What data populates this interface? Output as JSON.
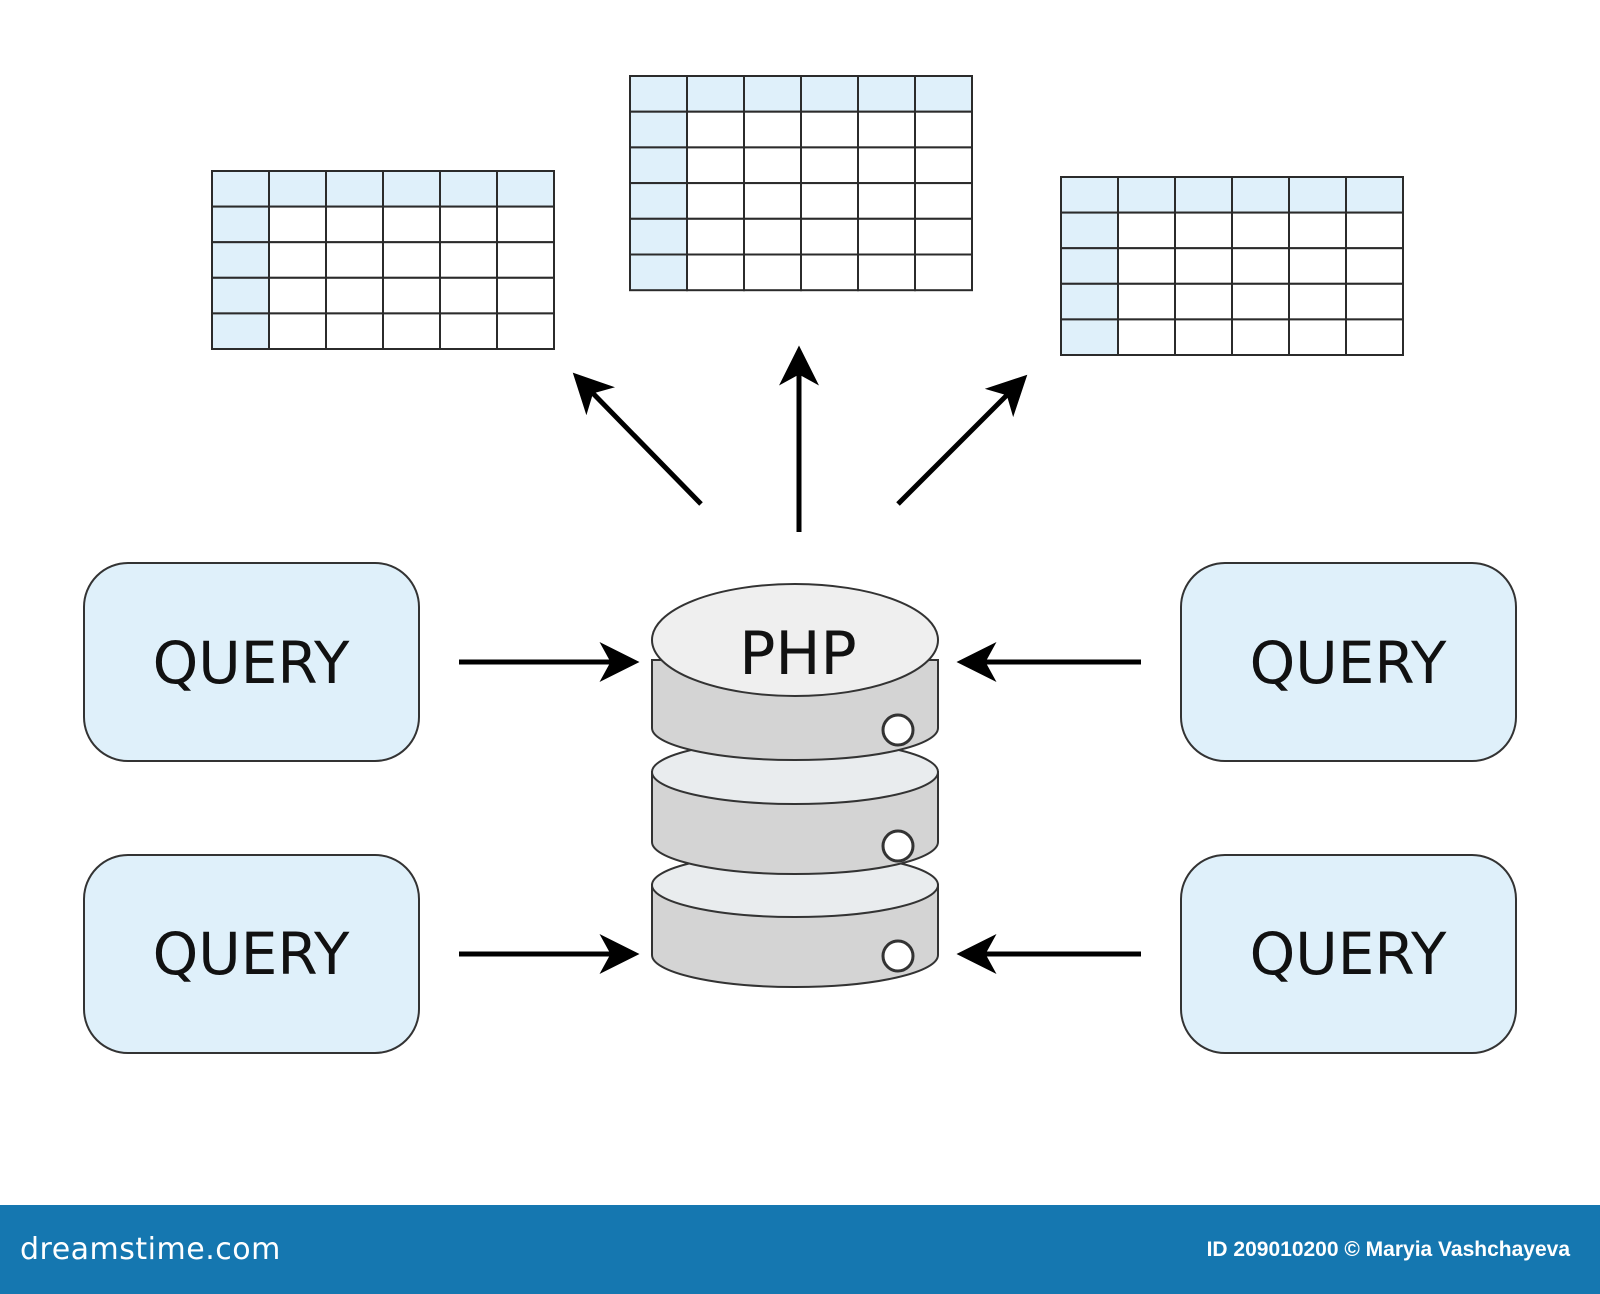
{
  "diagram": {
    "center_label": "PHP",
    "query_boxes": [
      {
        "label": "QUERY"
      },
      {
        "label": "QUERY"
      },
      {
        "label": "QUERY"
      },
      {
        "label": "QUERY"
      }
    ]
  },
  "footer": {
    "logo_text": "dreamstime.com",
    "credit": "ID 209010200 © Maryia Vashchayeva"
  },
  "colors": {
    "table_header": "#dff0fa",
    "query_fill": "#dff0fa",
    "cylinder": "#d4d4d4",
    "footer_bg": "#1577b0"
  }
}
